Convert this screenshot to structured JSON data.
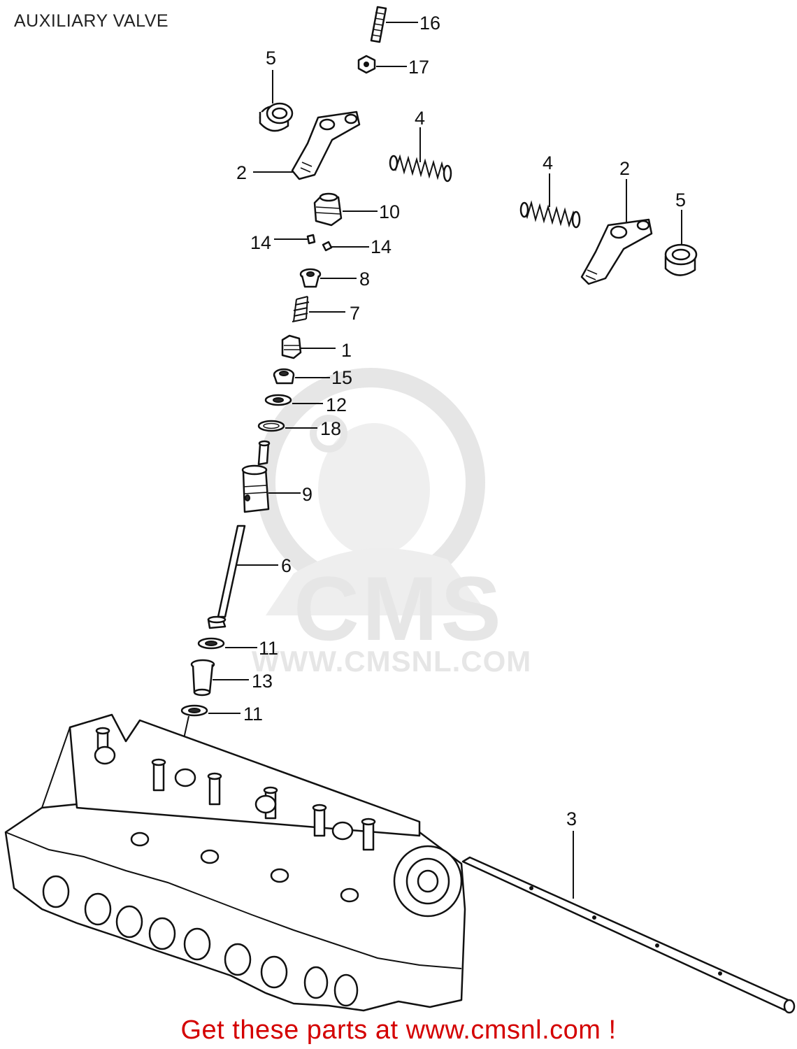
{
  "title": "AUXILIARY VALVE",
  "footer": "Get these parts at www.cmsnl.com !",
  "watermark": {
    "logo_text": "CMS",
    "url_text": "WWW.CMSNL.COM",
    "color": "#e6e6e6"
  },
  "colors": {
    "footer_text": "#d40000",
    "line_art": "#111111"
  },
  "callouts": [
    "16",
    "17",
    "5",
    "4",
    "2",
    "10",
    "14",
    "14",
    "8",
    "7",
    "1",
    "15",
    "12",
    "18",
    "9",
    "6",
    "11",
    "13",
    "11",
    "4",
    "2",
    "5",
    "3"
  ]
}
